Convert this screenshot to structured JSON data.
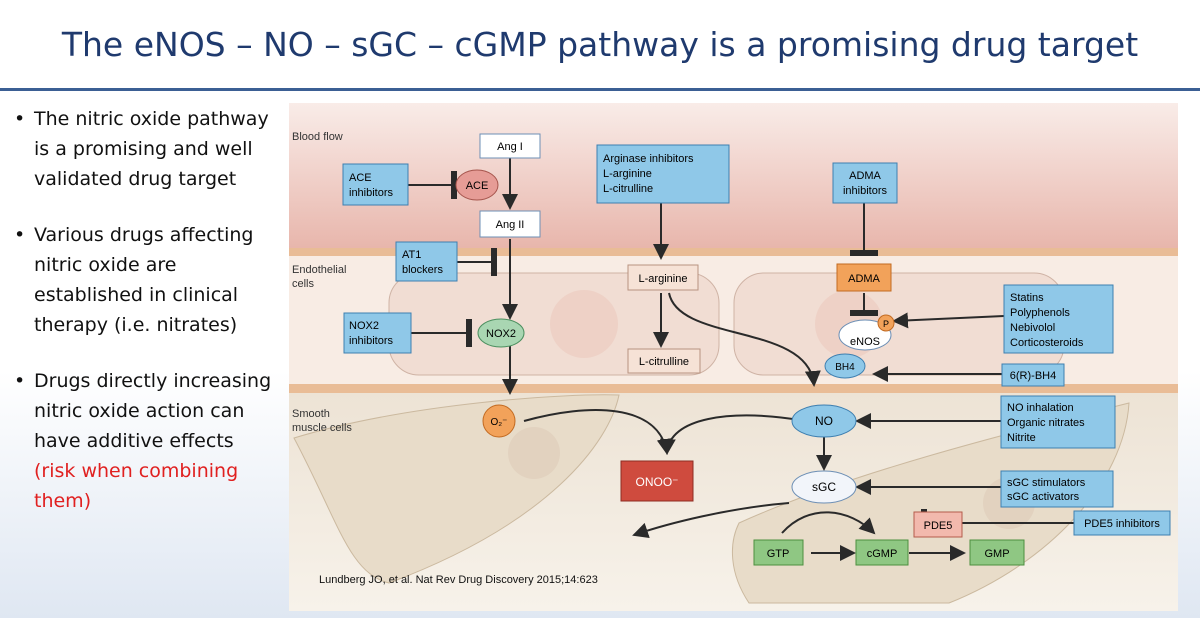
{
  "slide": {
    "title": "The eNOS – NO – sGC – cGMP pathway is a promising drug target",
    "bullets": [
      {
        "text": "The nitric oxide pathway is a promising and well validated drug target",
        "highlight": ""
      },
      {
        "text": "Various drugs affecting nitric oxide are established in clinical therapy (i.e. nitrates)",
        "highlight": ""
      },
      {
        "text": "Drugs directly increasing nitric oxide action can have additive effects ",
        "highlight": "(risk when combining them)"
      }
    ],
    "citation": "Lundberg JO, et al. Nat Rev Drug Discovery 2015;14:623"
  },
  "diagram": {
    "regions": {
      "blood_flow": "Blood flow",
      "endothelial": [
        "Endothelial",
        "cells"
      ],
      "smooth_muscle": [
        "Smooth",
        "muscle cells"
      ]
    },
    "nodes": {
      "ang1": "Ang I",
      "ang2": "Ang II",
      "ace": "ACE",
      "ace_inhibitors": [
        "ACE",
        "inhibitors"
      ],
      "at1_blockers": [
        "AT1",
        "blockers"
      ],
      "nox2_inhibitors": [
        "NOX2",
        "inhibitors"
      ],
      "nox2": "NOX2",
      "o2_minus": "O₂⁻",
      "onoo": "ONOO⁻",
      "arginase_list": [
        "Arginase inhibitors",
        "L-arginine",
        "L-citrulline"
      ],
      "l_arginine": "L-arginine",
      "l_citrulline": "L-citrulline",
      "adma_inhibitors": [
        "ADMA",
        "inhibitors"
      ],
      "adma": "ADMA",
      "enos": "eNOS",
      "p": "P",
      "statins_list": [
        "Statins",
        "Polyphenols",
        "Nebivolol",
        "Corticosteroids"
      ],
      "bh4": "BH4",
      "r_bh4": "6(R)-BH4",
      "no": "NO",
      "no_list": [
        "NO inhalation",
        "Organic nitrates",
        "Nitrite"
      ],
      "sgc": "sGC",
      "sgc_list": [
        "sGC stimulators",
        "sGC activators"
      ],
      "pde5": "PDE5",
      "pde5_inhibitors": "PDE5 inhibitors",
      "gtp": "GTP",
      "cgmp": "cGMP",
      "gmp": "GMP"
    }
  },
  "colors": {
    "title": "#1f3a6e",
    "rule": "#3b5f94",
    "risk_text": "#e02020",
    "drug_box": "#8fc8e8",
    "adma_box": "#f2a25a",
    "onoo_box": "#cf4b3e",
    "pde5_box": "#f2b9ad",
    "green_box": "#8fc783",
    "o2_node": "#f2a25a",
    "blood_layer": "#efc6bf",
    "endothelial_layer": "#f6e6dc",
    "smooth_layer": "#ede4d8"
  }
}
